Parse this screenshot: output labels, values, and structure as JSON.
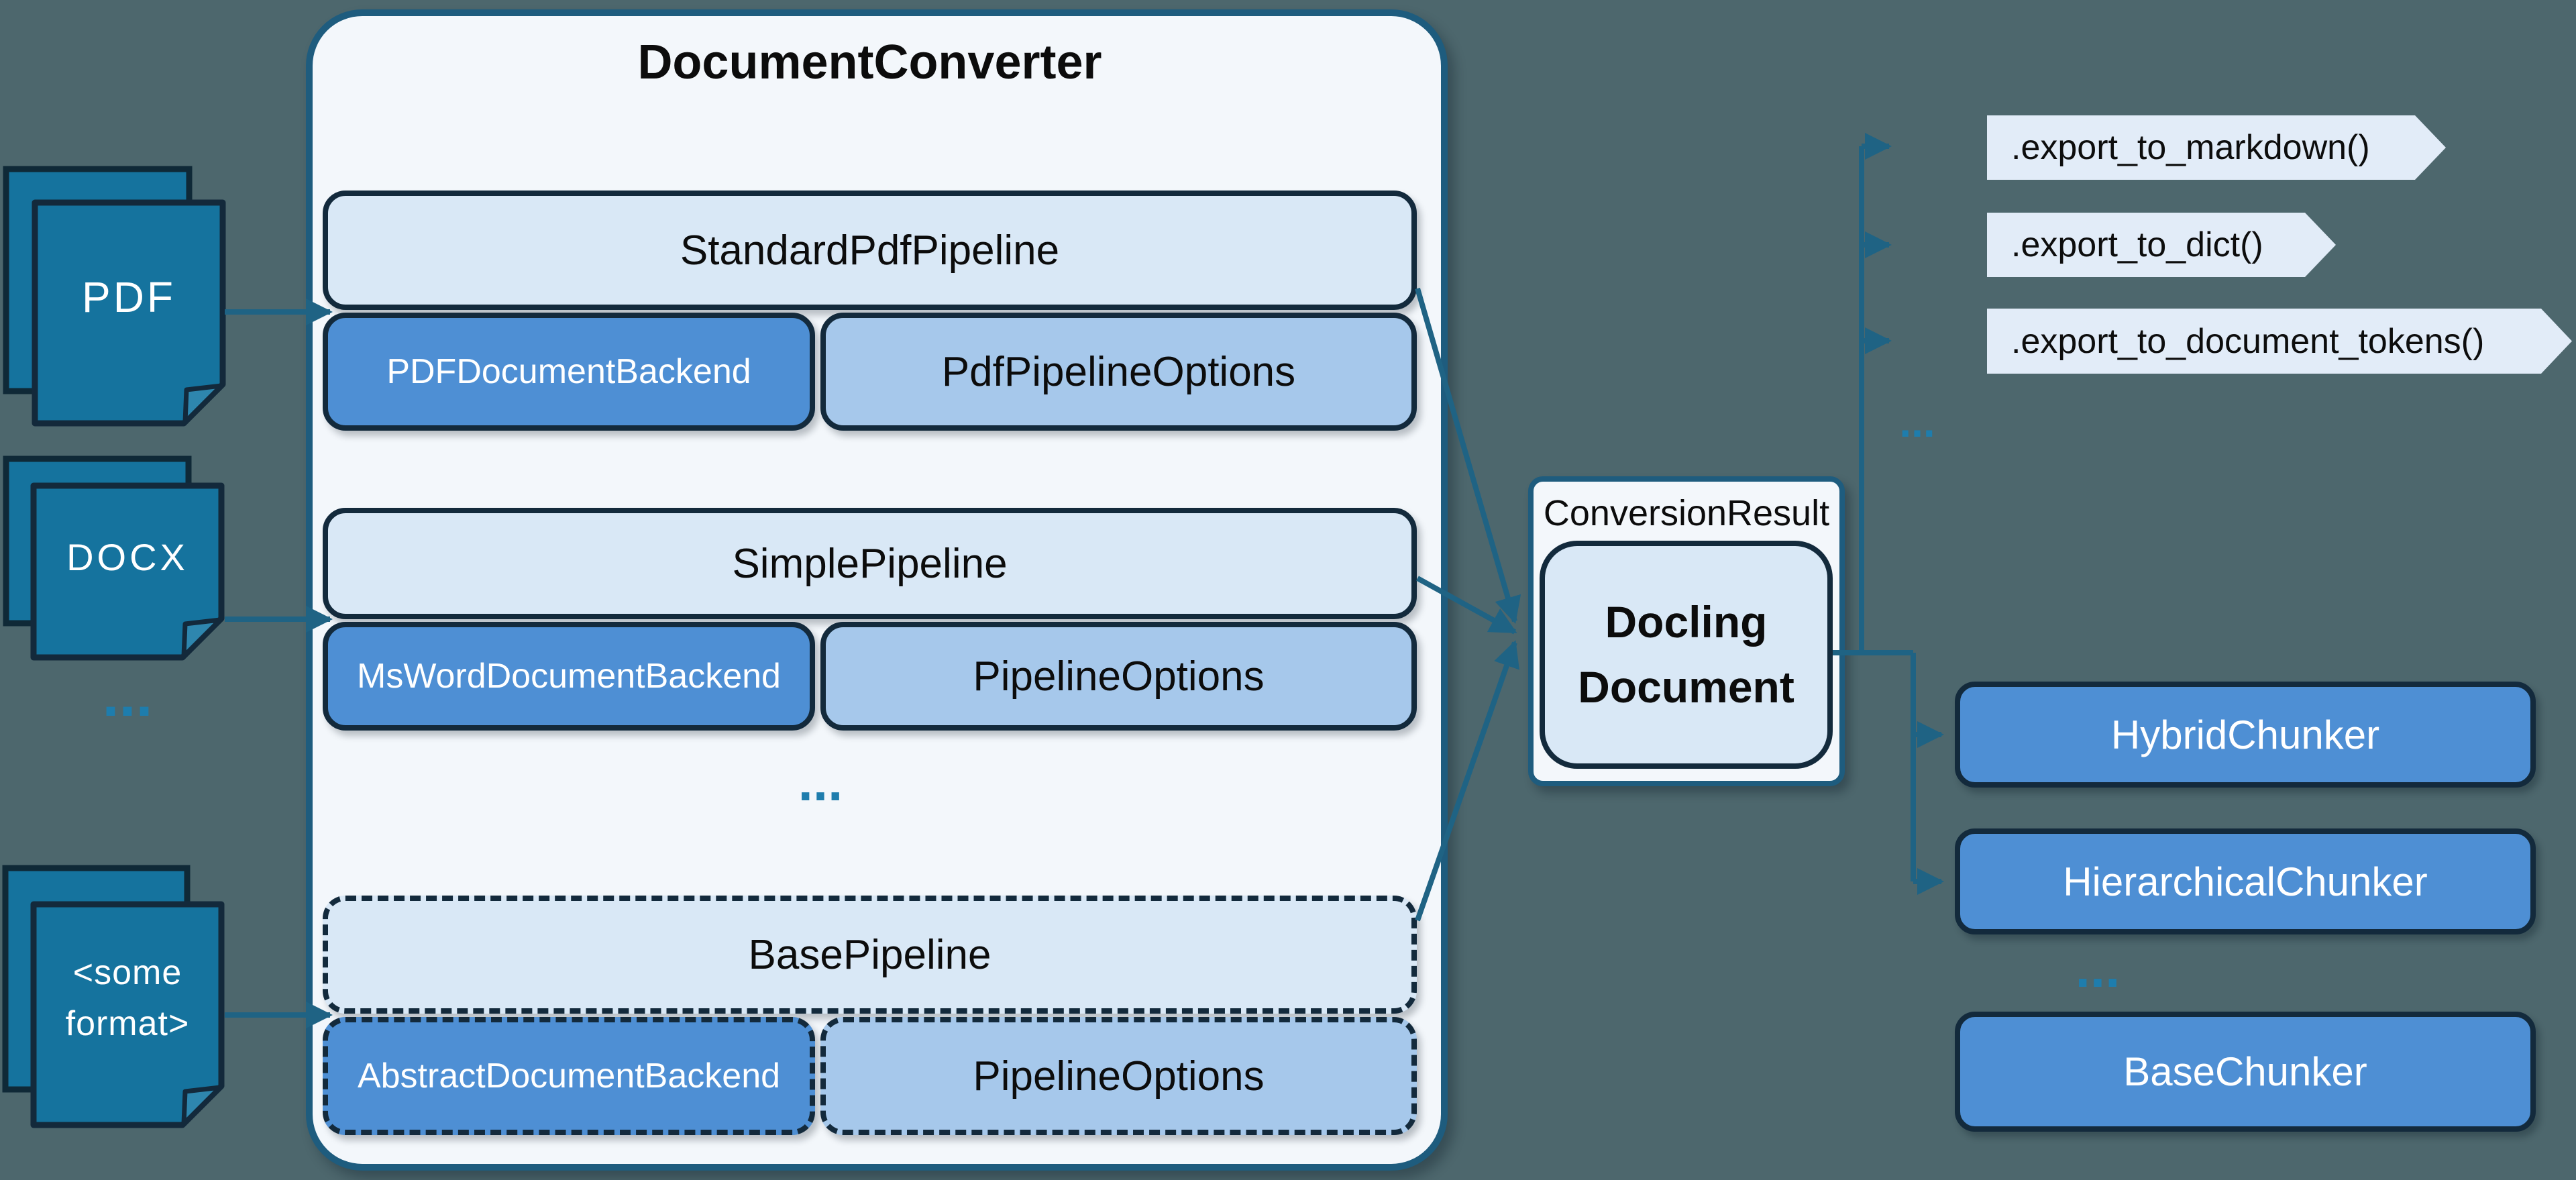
{
  "colors": {
    "background": "#4d676d",
    "panel_fill": "#f3f7fb",
    "panel_border": "#1e5c7e",
    "light_box": "#d9e8f6",
    "medium_blue": "#4e8fd4",
    "pale_blue": "#a6c8eb",
    "chevron_fill": "#e2ecf8",
    "doc_icon_fill": "#15739e",
    "connector": "#1f6384",
    "dark_border": "#132a3c"
  },
  "sources": [
    {
      "label": "PDF"
    },
    {
      "label": "DOCX"
    },
    {
      "label_lines": [
        "<some",
        "format>"
      ]
    }
  ],
  "sources_ellipsis": "...",
  "converter": {
    "title": "DocumentConverter",
    "rows": [
      {
        "pipeline": "StandardPdfPipeline",
        "backend": "PDFDocumentBackend",
        "options": "PdfPipelineOptions",
        "dashed": false
      },
      {
        "pipeline": "SimplePipeline",
        "backend": "MsWordDocumentBackend",
        "options": "PipelineOptions",
        "dashed": false
      },
      {
        "pipeline": "BasePipeline",
        "backend": "AbstractDocumentBackend",
        "options": "PipelineOptions",
        "dashed": true
      }
    ],
    "ellipsis": "..."
  },
  "result": {
    "label": "ConversionResult",
    "document_lines": [
      "Docling",
      "Document"
    ]
  },
  "exports": {
    "items": [
      ".export_to_markdown()",
      ".export_to_dict()",
      ".export_to_document_tokens()"
    ],
    "ellipsis": "..."
  },
  "chunkers": {
    "items": [
      {
        "label": "HybridChunker",
        "dashed": false
      },
      {
        "label": "HierarchicalChunker",
        "dashed": false
      },
      {
        "label": "BaseChunker",
        "dashed": true
      }
    ],
    "ellipsis": "..."
  }
}
